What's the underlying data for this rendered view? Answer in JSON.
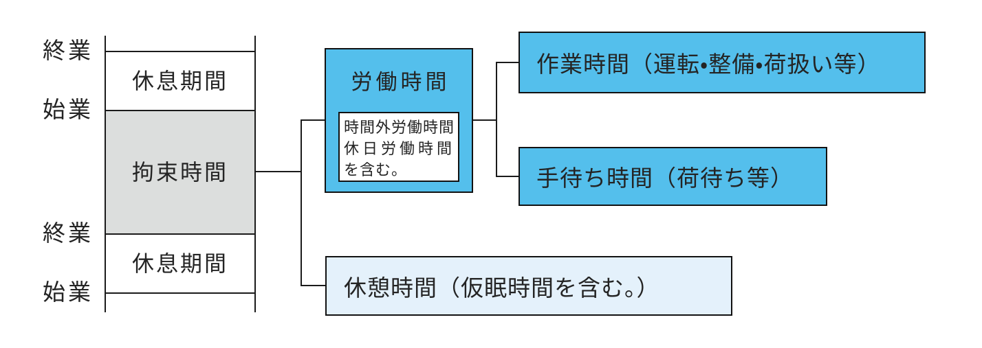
{
  "diagram": {
    "left_timeline": {
      "tick_labels": [
        "終業",
        "始業",
        "終業",
        "始業"
      ],
      "segments": [
        {
          "label": "休息期間"
        },
        {
          "label": "拘束時間"
        },
        {
          "label": "休息期間"
        }
      ]
    },
    "labor_time": {
      "title": "労働時間",
      "note_lines": [
        "時間外労働時間",
        "休日労働時間",
        "を含む。"
      ]
    },
    "branch_boxes": [
      {
        "label": "作業時間（運転・整備・荷扱い等）"
      },
      {
        "label": "手待ち時間（荷待ち等）"
      },
      {
        "label": "休憩時間（仮眠時間を含む。）"
      }
    ],
    "colors": {
      "highlight_blue": "#54bfec",
      "pale_blue": "#e4f1fb",
      "gray_fill": "#dcdedd",
      "line_black": "#1a1a1a"
    }
  }
}
